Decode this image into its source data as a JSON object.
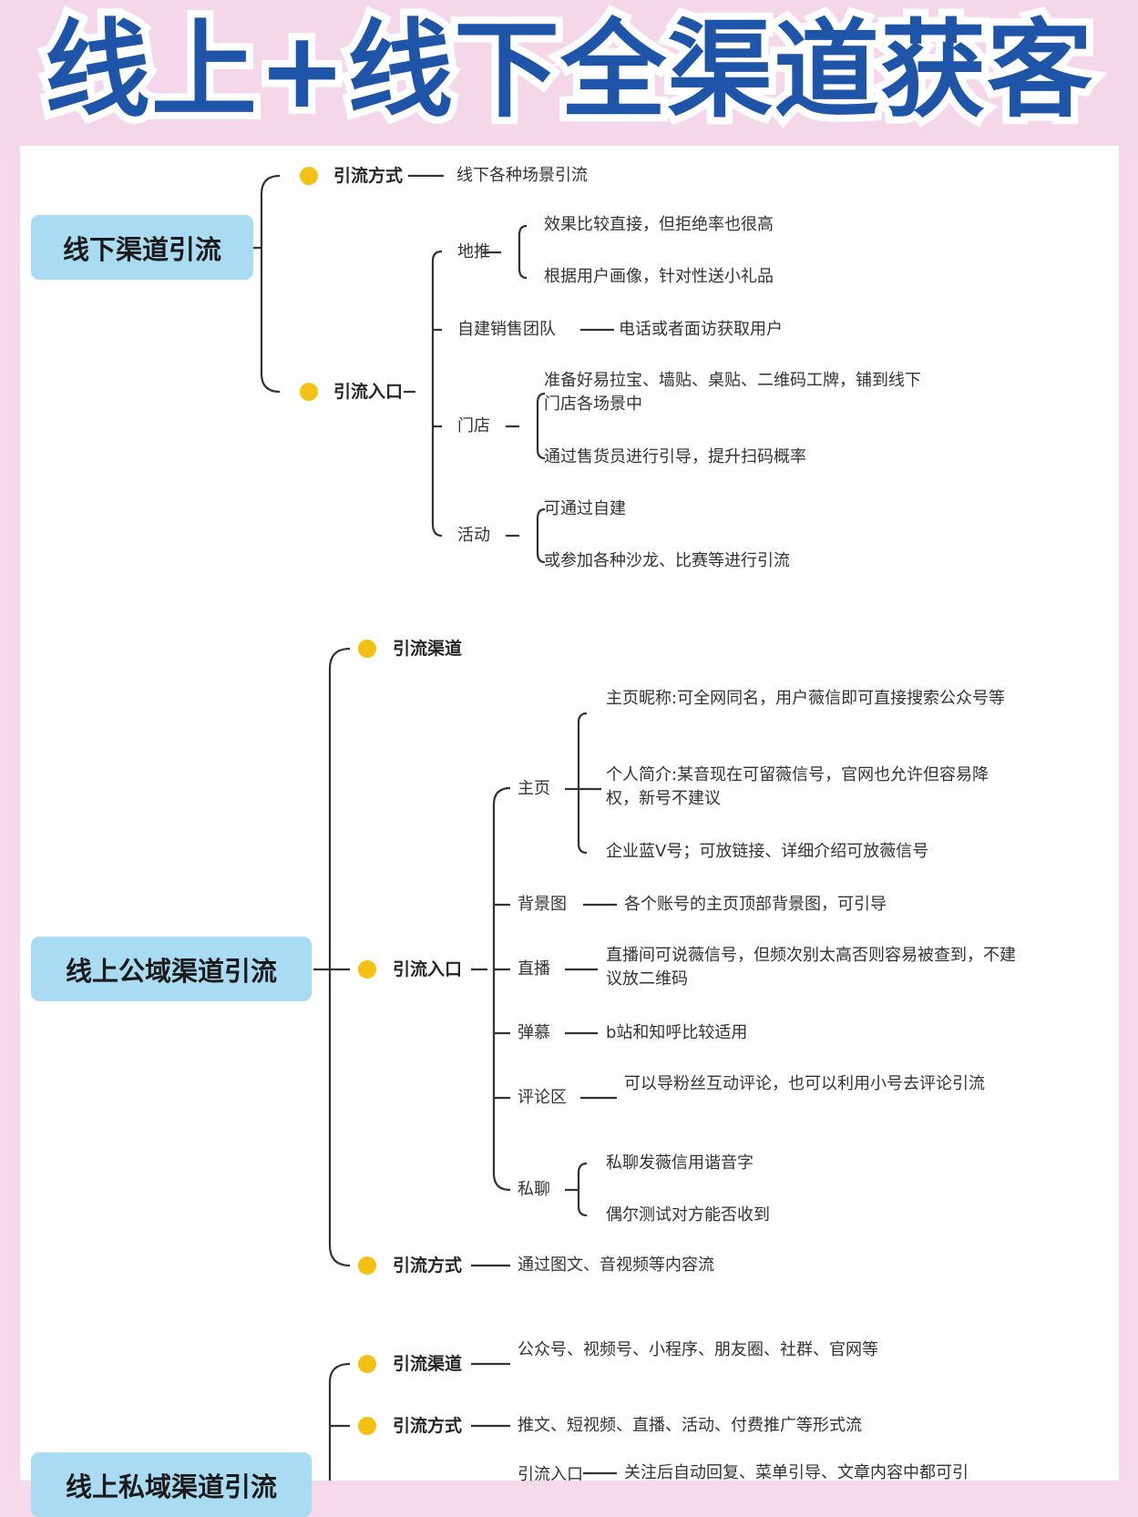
{
  "title": "线上+线下全渠道获客",
  "accent_colors": {
    "banner_bg": "#f4d8ea",
    "title_text": "#1f55a8",
    "root_bg": "#a9dcf3",
    "bullet": "#f2c114",
    "line": "#333333"
  },
  "sections": {
    "offline": {
      "root": "线下渠道引流",
      "method": {
        "label": "引流方式",
        "value": "线下各种场景引流"
      },
      "entry": {
        "label": "引流入口",
        "ground_push": {
          "label": "地推",
          "items": [
            "效果比较直接，但拒绝率也很高",
            "根据用户画像，针对性送小礼品"
          ]
        },
        "sales_team": {
          "label": "自建销售团队",
          "value": "电话或者面访获取用户"
        },
        "store": {
          "label": "门店",
          "items": [
            "准备好易拉宝、墙贴、桌贴、二维码工牌，铺到线下门店各场景中",
            "通过售货员进行引导，提升扫码概率"
          ]
        },
        "event": {
          "label": "活动",
          "items": [
            "可通过自建",
            "或参加各种沙龙、比赛等进行引流"
          ]
        }
      }
    },
    "online_public": {
      "root": "线上公域渠道引流",
      "channel": {
        "label": "引流渠道"
      },
      "entry": {
        "label": "引流入口",
        "homepage": {
          "label": "主页",
          "items": [
            "主页昵称:可全网同名，用户薇信即可直接搜索公众号等",
            "个人简介:某音现在可留薇信号，官网也允许但容易降权，新号不建议",
            "企业蓝V号；可放链接、详细介绍可放薇信号"
          ]
        },
        "background": {
          "label": "背景图",
          "value": "各个账号的主页顶部背景图，可引导"
        },
        "live": {
          "label": "直播",
          "value": "直播间可说薇信号，但频次别太高否则容易被查到，不建议放二维码"
        },
        "danmaku": {
          "label": "弹慕",
          "value": "b站和知呼比较适用"
        },
        "comments": {
          "label": "评论区",
          "value": "可以导粉丝互动评论，也可以利用小号去评论引流"
        },
        "private": {
          "label": "私聊",
          "items": [
            "私聊发薇信用谐音字",
            "偶尔测试对方能否收到"
          ]
        }
      },
      "method": {
        "label": "引流方式",
        "value": "通过图文、音视频等内容流"
      }
    },
    "online_private": {
      "root": "线上私域渠道引流",
      "channel": {
        "label": "引流渠道",
        "value": "公众号、视频号、小程序、朋友圈、社群、官网等"
      },
      "method": {
        "label": "引流方式",
        "value": "推文、短视频、直播、活动、付费推广等形式流"
      },
      "entry": {
        "label": "引流入口",
        "value": "关注后自动回复、菜单引导、文章内容中都可引"
      }
    }
  }
}
